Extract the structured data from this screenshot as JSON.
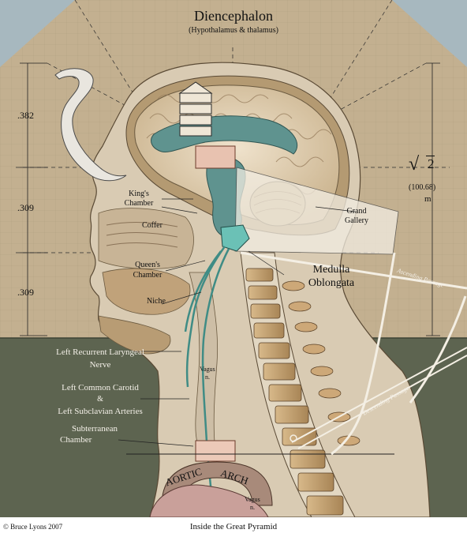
{
  "title": "Diencephalon",
  "subtitle": "(Hypothalamus & thalamus)",
  "ratios": [
    ".382",
    ".309",
    ".309"
  ],
  "sqrt_symbol": "√",
  "sqrt_value": "2",
  "measure": "(100.68)",
  "unit": "m",
  "labels": {
    "kings": "King's",
    "chamber": "Chamber",
    "coffer": "Coffer",
    "grand": "Grand",
    "gallery": "Gallery",
    "queens": "Queen's",
    "queens_chamber": "Chamber",
    "niche": "Niche",
    "medulla": "Medulla",
    "oblongata": "Oblongata",
    "ascending": "Ascending  Passage",
    "descending": "Descending Passage",
    "laryngeal_1": "Left Recurrent Laryngeal",
    "laryngeal_2": "Nerve",
    "carotid_1": "Left Common Carotid",
    "carotid_amp": "&",
    "carotid_2": "Left Subclavian Arteries",
    "subterranean_1": "Subterranean",
    "subterranean_2": "Chamber",
    "vagus_1": "Vagus",
    "vagus_1n": "n.",
    "vagus_2": "Vagus",
    "vagus_2n": "n.",
    "aortic": "AORTIC",
    "arch": "ARCH"
  },
  "footer": {
    "credit": "© Bruce Lyons 2007",
    "caption": "Inside the Great Pyramid"
  },
  "colors": {
    "sky": "#a7b8bf",
    "pyramid": "#c3b090",
    "ground": "#5d6450",
    "brain": "#e6d6bc",
    "teal": "#5f938f"
  }
}
